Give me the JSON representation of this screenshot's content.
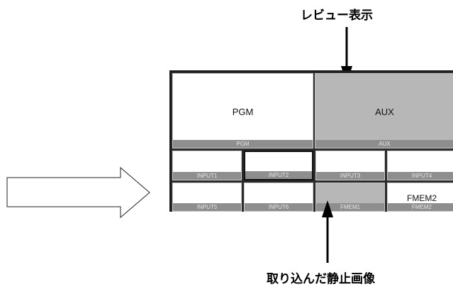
{
  "callouts": {
    "review_display": "レビュー表示",
    "captured_still": "取り込んだ静止画像"
  },
  "multiviewer": {
    "top": [
      {
        "id": "pgm",
        "main": "PGM",
        "tally": "PGM",
        "shade": "white"
      },
      {
        "id": "aux",
        "main": "AUX",
        "tally": "AUX",
        "shade": "gray"
      }
    ],
    "row1": [
      {
        "id": "input1",
        "main": "",
        "tally": "INPUT1",
        "shade": "white"
      },
      {
        "id": "input2",
        "main": "",
        "tally": "INPUT2",
        "shade": "white",
        "selected": true
      },
      {
        "id": "input3",
        "main": "",
        "tally": "INPUT3",
        "shade": "white"
      },
      {
        "id": "input4",
        "main": "",
        "tally": "INPUT4",
        "shade": "white"
      }
    ],
    "row2": [
      {
        "id": "input5",
        "main": "",
        "tally": "INPUT5",
        "shade": "white"
      },
      {
        "id": "input6",
        "main": "",
        "tally": "INPUT6",
        "shade": "white"
      },
      {
        "id": "fmem1",
        "main": "",
        "tally": "FMEM1",
        "shade": "gray"
      },
      {
        "id": "fmem2",
        "main": "FMEM2",
        "tally": "FMEM2",
        "shade": "white"
      }
    ]
  },
  "colors": {
    "frame": "#2b2b2b",
    "cell_gray": "#b7b7b7",
    "tally_bar": "#8e8e8e"
  }
}
